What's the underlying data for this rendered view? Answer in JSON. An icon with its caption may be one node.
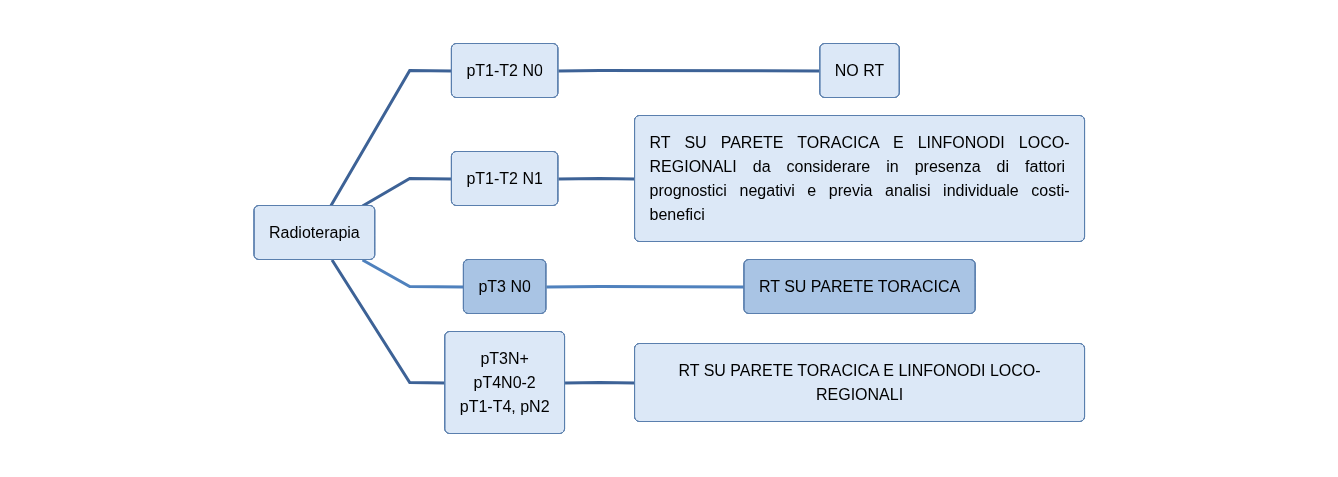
{
  "diagram": {
    "nodes": [
      {
        "text": [
          "Radioterapia"
        ]
      },
      {
        "text": [
          "pT1-T2 N0"
        ]
      },
      {
        "text": [
          "NO RT"
        ]
      },
      {
        "text": [
          "pT1-T2 N1"
        ]
      },
      {
        "text": [
          "RT SU PARETE TORACICA E LINFONODI LOCO-REGIONALI da considerare in presenza di fattori prognostici negativi e previa analisi individuale costi-benefici"
        ]
      },
      {
        "text": [
          "pT3 N0"
        ]
      },
      {
        "text": [
          "RT SU PARETE TORACICA"
        ]
      },
      {
        "text": [
          "pT3N+",
          "pT4N0-2",
          "pT1-T4, pN2"
        ]
      },
      {
        "text": [
          "RT SU PARETE TORACICA E LINFONODI LOCO-REGIONALI"
        ]
      }
    ],
    "edges": [
      {
        "from": 0,
        "to": 1,
        "arrow": "none"
      },
      {
        "from": 0,
        "to": 3,
        "arrow": "none"
      },
      {
        "from": 0,
        "to": 5,
        "arrow": "none",
        "color": "#4f81bd"
      },
      {
        "from": 0,
        "to": 7,
        "arrow": "none"
      },
      {
        "from": 1,
        "to": 2,
        "arrow": "none"
      },
      {
        "from": 3,
        "to": 4,
        "arrow": "none"
      },
      {
        "from": 5,
        "to": 6,
        "arrow": "none",
        "color": "#4f81bd"
      },
      {
        "from": 7,
        "to": 8,
        "arrow": "none"
      }
    ]
  }
}
